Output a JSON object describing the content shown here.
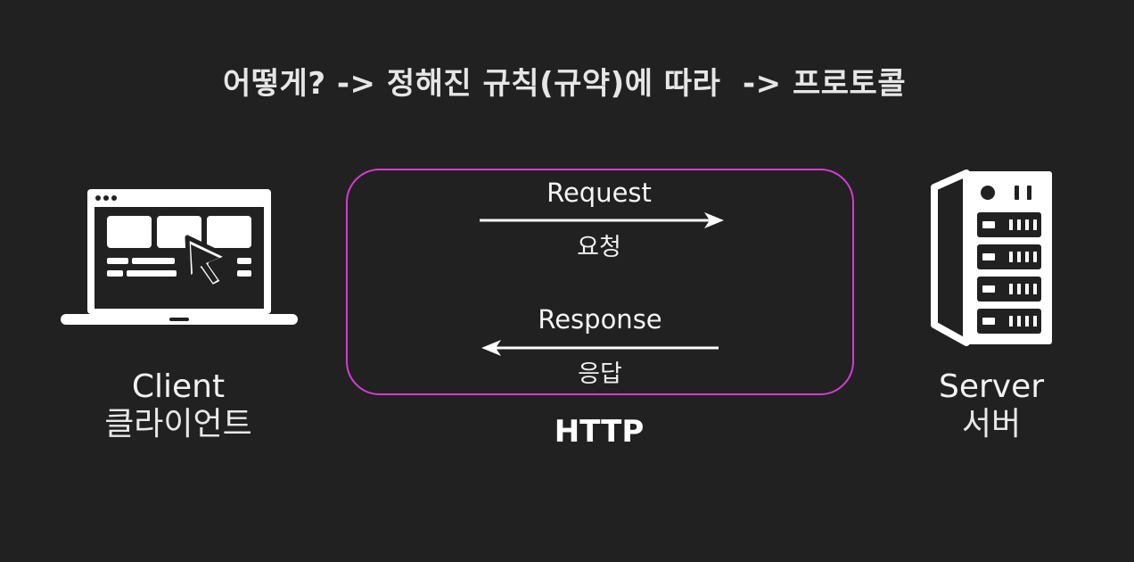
{
  "headline": "어떻게? -> 정해진 규칙(규약)에 따라  -> 프로토콜",
  "client": {
    "label": "Client",
    "sublabel": "클라이언트",
    "icon": "laptop-cursor-icon"
  },
  "server": {
    "label": "Server",
    "sublabel": "서버",
    "icon": "server-rack-icon"
  },
  "http": {
    "label": "HTTP",
    "box_color": "#d63ad6",
    "request": {
      "label": "Request",
      "sublabel": "요청",
      "direction": "client-to-server"
    },
    "response": {
      "label": "Response",
      "sublabel": "응답",
      "direction": "server-to-client"
    }
  },
  "colors": {
    "background": "#212121",
    "foreground": "#ffffff",
    "accent": "#d63ad6"
  }
}
